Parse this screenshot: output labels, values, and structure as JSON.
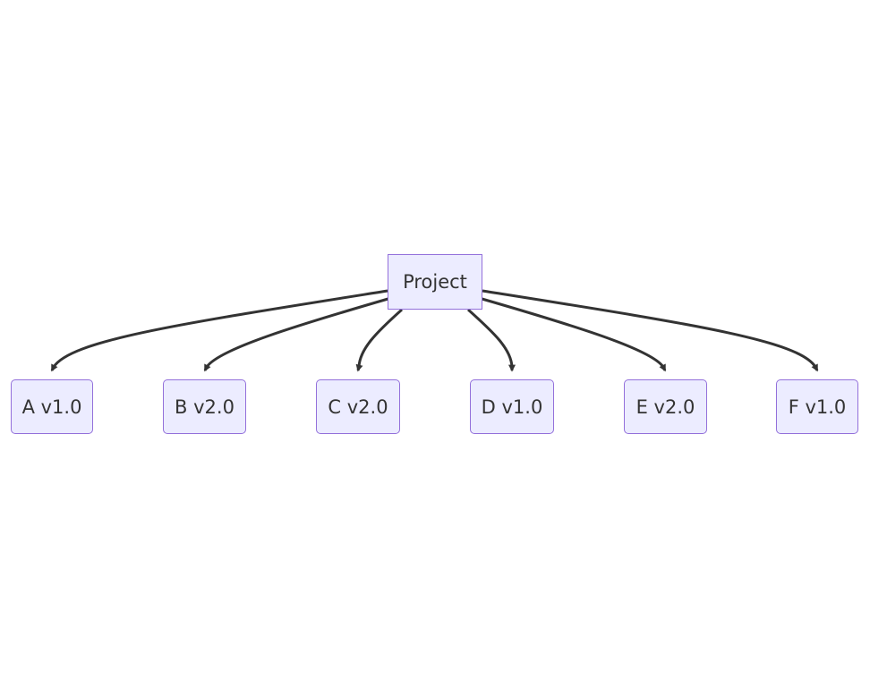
{
  "diagram": {
    "root": {
      "label": "Project"
    },
    "children": [
      {
        "label": "A v1.0"
      },
      {
        "label": "B v2.0"
      },
      {
        "label": "C v2.0"
      },
      {
        "label": "D v1.0"
      },
      {
        "label": "E v2.0"
      },
      {
        "label": "F v1.0"
      }
    ],
    "colors": {
      "node_fill": "#ececff",
      "node_stroke": "#9370db",
      "edge": "#333333",
      "text": "#333333"
    }
  }
}
